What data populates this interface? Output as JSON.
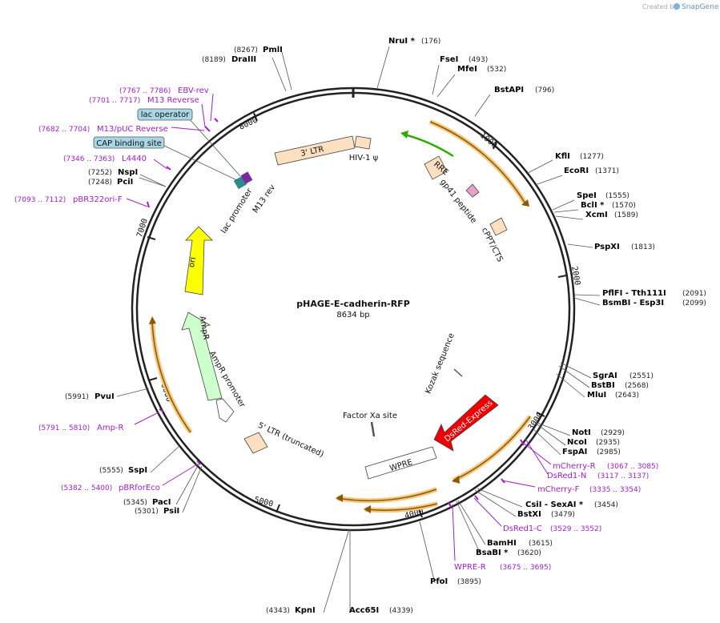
{
  "credit": {
    "prefix": "Created by",
    "brand": "SnapGene"
  },
  "plasmid": {
    "name": "pHAGE-E-cadherin-RFP",
    "length": "8634 bp"
  },
  "ticks": [
    "1000",
    "2000",
    "3000",
    "4000",
    "5000",
    "6000",
    "7000",
    "8000"
  ],
  "enzymes": [
    {
      "name": "NruI *",
      "pos": "(176)"
    },
    {
      "name": "FseI",
      "pos": "(493)"
    },
    {
      "name": "MfeI",
      "pos": "(532)"
    },
    {
      "name": "BstAPI",
      "pos": "(796)"
    },
    {
      "name": "KflI",
      "pos": "(1277)"
    },
    {
      "name": "EcoRI",
      "pos": "(1371)"
    },
    {
      "name": "SpeI",
      "pos": "(1555)"
    },
    {
      "name": "BclI *",
      "pos": "(1570)"
    },
    {
      "name": "XcmI",
      "pos": "(1589)"
    },
    {
      "name": "PspXI",
      "pos": "(1813)"
    },
    {
      "name": "PflFI - Tth111I",
      "pos": "(2091)"
    },
    {
      "name": "BsmBI - Esp3I",
      "pos": "(2099)"
    },
    {
      "name": "SgrAI",
      "pos": "(2551)"
    },
    {
      "name": "BstBI",
      "pos": "(2568)"
    },
    {
      "name": "MluI",
      "pos": "(2643)"
    },
    {
      "name": "NotI",
      "pos": "(2929)"
    },
    {
      "name": "NcoI",
      "pos": "(2935)"
    },
    {
      "name": "FspAI",
      "pos": "(2985)"
    },
    {
      "name": "CsiI - SexAI *",
      "pos": "(3454)"
    },
    {
      "name": "BstXI",
      "pos": "(3479)"
    },
    {
      "name": "BamHI",
      "pos": "(3615)"
    },
    {
      "name": "BsaBI *",
      "pos": "(3620)"
    },
    {
      "name": "PfoI",
      "pos": "(3895)"
    },
    {
      "name": "Acc65I",
      "pos": "(4339)"
    },
    {
      "name": "KpnI",
      "pos": "(4343)"
    },
    {
      "name": "PsiI",
      "pos": "(5301)"
    },
    {
      "name": "PacI",
      "pos": "(5345)"
    },
    {
      "name": "SspI",
      "pos": "(5555)"
    },
    {
      "name": "PvuI",
      "pos": "(5991)"
    },
    {
      "name": "PciI",
      "pos": "(7248)"
    },
    {
      "name": "NspI",
      "pos": "(7252)"
    },
    {
      "name": "DraIII",
      "pos": "(8189)"
    },
    {
      "name": "PmlI",
      "pos": "(8267)"
    }
  ],
  "primers": [
    {
      "name": "mCherry-R",
      "range": "(3067 .. 3085)"
    },
    {
      "name": "DsRed1-N",
      "range": "(3117 .. 3137)"
    },
    {
      "name": "mCherry-F",
      "range": "(3335 .. 3354)"
    },
    {
      "name": "DsRed1-C",
      "range": "(3529 .. 3552)"
    },
    {
      "name": "WPRE-R",
      "range": "(3675 .. 3695)"
    },
    {
      "name": "pBRforEco",
      "range": "(5382 .. 5400)"
    },
    {
      "name": "Amp-R",
      "range": "(5791 .. 5810)"
    },
    {
      "name": "pBR322ori-F",
      "range": "(7093 .. 7112)"
    },
    {
      "name": "L4440",
      "range": "(7346 .. 7363)"
    },
    {
      "name": "M13/pUC Reverse",
      "range": "(7682 .. 7704)"
    },
    {
      "name": "M13 Reverse",
      "range": "(7701 .. 7717)"
    },
    {
      "name": "EBV-rev",
      "range": "(7767 .. 7786)"
    }
  ],
  "boxed_labels": [
    "lac operator",
    "CAP binding site"
  ],
  "features": {
    "ltr3": "3' LTR",
    "hiv": "HIV-1 ψ",
    "rre": "RRE",
    "gp41": "gp41 peptide",
    "cppt": "cPPT/CTS",
    "m13rev": "M13 rev",
    "lacprom": "lac promoter",
    "ori": "ori",
    "ampr": "AmpR",
    "amprprom": "AmpR promoter",
    "ltr5": "5' LTR (truncated)",
    "factorxa": "Factor Xa site",
    "kozak": "Kozak sequence",
    "dsred": "DsRed-Express",
    "wpre": "WPRE"
  },
  "colors": {
    "backbone": "#222222",
    "ltr": "#fde0c0",
    "ori": "#ffff00",
    "ampr": "#ccffcc",
    "dsred": "#ee0000",
    "primer": "#a020c8",
    "orf_highlight": "#f5c77e",
    "green_arrow": "#33aa00",
    "gp41": "#e8a0c8",
    "box_fill": "#a9d6e5"
  }
}
